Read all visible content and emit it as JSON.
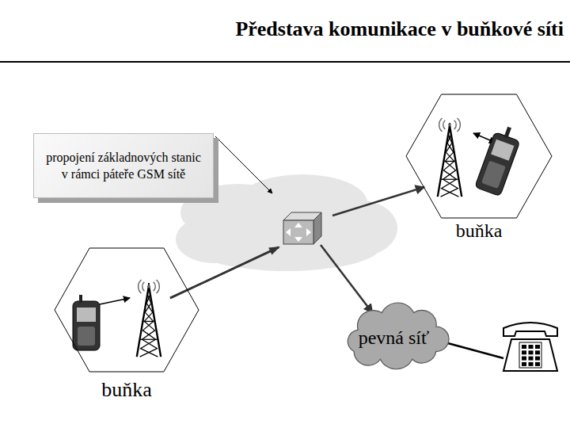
{
  "diagram": {
    "title": "Představa komunikace v buňkové síti",
    "nodes": [
      {
        "text": [
          "propojení základnových stanic v rámci páteře GSM sítě"
        ]
      },
      {
        "text": [
          "buňka"
        ]
      },
      {
        "text": [
          "pevná síť"
        ]
      },
      {
        "text": [
          "buňka"
        ]
      }
    ],
    "edges": [
      {
        "from": 3,
        "to": 1,
        "arrow": "to"
      },
      {
        "from": 3,
        "to": 2,
        "arrow": "to"
      }
    ]
  }
}
